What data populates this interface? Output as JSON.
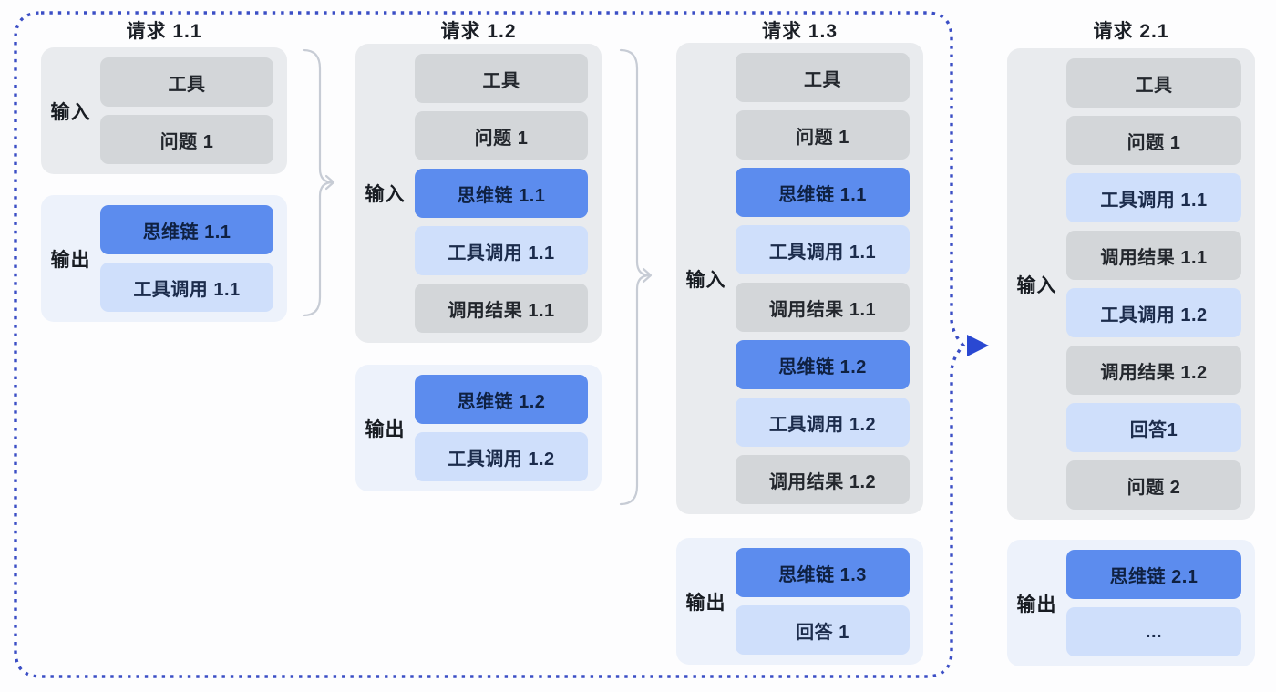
{
  "diagram": {
    "columns": [
      {
        "title": "请求 1.1",
        "groups": [
          {
            "label": "输入",
            "blocks": [
              {
                "text": "工具",
                "variant": "gray"
              },
              {
                "text": "问题 1",
                "variant": "gray"
              }
            ]
          },
          {
            "label": "输出",
            "blocks": [
              {
                "text": "思维链 1.1",
                "variant": "blue"
              },
              {
                "text": "工具调用 1.1",
                "variant": "lightblue"
              }
            ]
          }
        ]
      },
      {
        "title": "请求 1.2",
        "groups": [
          {
            "label": "输入",
            "blocks": [
              {
                "text": "工具",
                "variant": "gray"
              },
              {
                "text": "问题 1",
                "variant": "gray"
              },
              {
                "text": "思维链 1.1",
                "variant": "blue"
              },
              {
                "text": "工具调用 1.1",
                "variant": "lightblue"
              },
              {
                "text": "调用结果 1.1",
                "variant": "gray"
              }
            ]
          },
          {
            "label": "输出",
            "blocks": [
              {
                "text": "思维链 1.2",
                "variant": "blue"
              },
              {
                "text": "工具调用 1.2",
                "variant": "lightblue"
              }
            ]
          }
        ]
      },
      {
        "title": "请求 1.3",
        "groups": [
          {
            "label": "输入",
            "blocks": [
              {
                "text": "工具",
                "variant": "gray"
              },
              {
                "text": "问题 1",
                "variant": "gray"
              },
              {
                "text": "思维链 1.1",
                "variant": "blue"
              },
              {
                "text": "工具调用 1.1",
                "variant": "lightblue"
              },
              {
                "text": "调用结果 1.1",
                "variant": "gray"
              },
              {
                "text": "思维链 1.2",
                "variant": "blue"
              },
              {
                "text": "工具调用 1.2",
                "variant": "lightblue"
              },
              {
                "text": "调用结果 1.2",
                "variant": "gray"
              }
            ]
          },
          {
            "label": "输出",
            "blocks": [
              {
                "text": "思维链 1.3",
                "variant": "blue"
              },
              {
                "text": "回答 1",
                "variant": "lightblue"
              }
            ]
          }
        ]
      },
      {
        "title": "请求 2.1",
        "groups": [
          {
            "label": "输入",
            "blocks": [
              {
                "text": "工具",
                "variant": "gray"
              },
              {
                "text": "问题 1",
                "variant": "gray"
              },
              {
                "text": "工具调用 1.1",
                "variant": "lightblue"
              },
              {
                "text": "调用结果 1.1",
                "variant": "gray"
              },
              {
                "text": "工具调用 1.2",
                "variant": "lightblue"
              },
              {
                "text": "调用结果 1.2",
                "variant": "gray"
              },
              {
                "text": "回答1",
                "variant": "lightblue"
              },
              {
                "text": "问题 2",
                "variant": "gray"
              }
            ]
          },
          {
            "label": "输出",
            "blocks": [
              {
                "text": "思维链 2.1",
                "variant": "blue"
              },
              {
                "text": "...",
                "variant": "lightblue"
              }
            ]
          }
        ]
      }
    ],
    "colors": {
      "dashed_border": "#3b4ec5",
      "arrowhead": "#2a48d2",
      "brace": "#c7ccd5",
      "block_gray": "#d3d6d9",
      "block_blue": "#5c8cee",
      "block_lightblue": "#cfdffb",
      "group_input_bg": "#e9ebee",
      "group_output_bg": "#edf2fb"
    }
  }
}
